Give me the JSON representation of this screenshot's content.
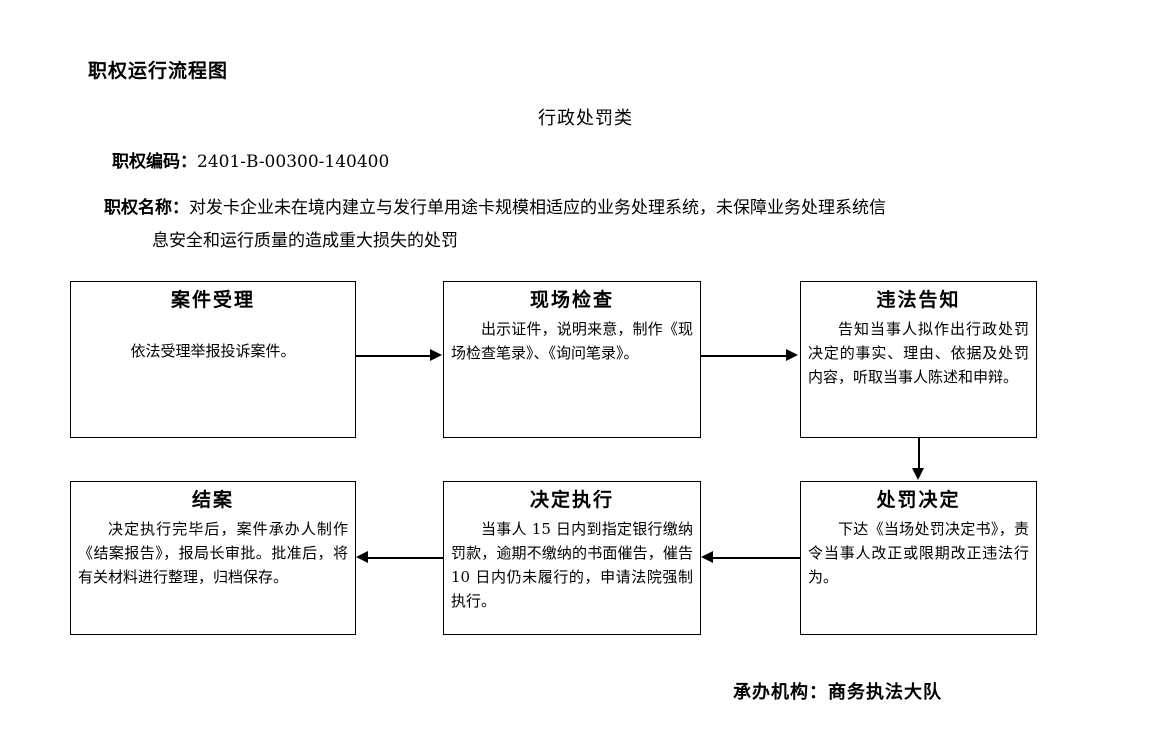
{
  "header": {
    "title": "职权运行流程图",
    "subtitle": "行政处罚类",
    "code_label": "职权编码：",
    "code_value": "2401-B-00300-140400",
    "name_label": "职权名称：",
    "name_value_line1": "对发卡企业未在境内建立与发行单用途卡规模相适应的业务处理系统，未保障业务处理系统信",
    "name_value_line2": "息安全和运行质量的造成重大损失的处罚"
  },
  "flow": {
    "nodes": [
      {
        "id": "case-acceptance",
        "title": "案件受理",
        "body": "依法受理举报投诉案件。"
      },
      {
        "id": "on-site-inspection",
        "title": "现场检查",
        "body": "出示证件，说明来意，制作《现场检查笔录》、《询问笔录》。"
      },
      {
        "id": "violation-notice",
        "title": "违法告知",
        "body": "告知当事人拟作出行政处罚决定的事实、理由、依据及处罚内容，听取当事人陈述和申辩。"
      },
      {
        "id": "penalty-decision",
        "title": "处罚决定",
        "body": "下达《当场处罚决定书》，责令当事人改正或限期改正违法行为。"
      },
      {
        "id": "decision-execution",
        "title": "决定执行",
        "body": "当事人 15 日内到指定银行缴纳罚款，逾期不缴纳的书面催告，催告 10 日内仍未履行的，申请法院强制执行。"
      },
      {
        "id": "case-closure",
        "title": "结案",
        "body": "决定执行完毕后，案件承办人制作《结案报告》，报局长审批。批准后，将有关材料进行整理，归档保存。"
      }
    ],
    "connectors": [
      {
        "id": "conn-acceptance-to-inspection",
        "direction": "right"
      },
      {
        "id": "conn-inspection-to-notice",
        "direction": "right"
      },
      {
        "id": "conn-notice-to-decision",
        "direction": "down"
      },
      {
        "id": "conn-decision-to-execution",
        "direction": "left"
      },
      {
        "id": "conn-execution-to-closure",
        "direction": "left"
      }
    ]
  },
  "footer": {
    "label": "承办机构：",
    "value": "商务执法大队"
  },
  "colors": {
    "text": "#000000",
    "background": "#ffffff",
    "stroke": "#000000"
  }
}
